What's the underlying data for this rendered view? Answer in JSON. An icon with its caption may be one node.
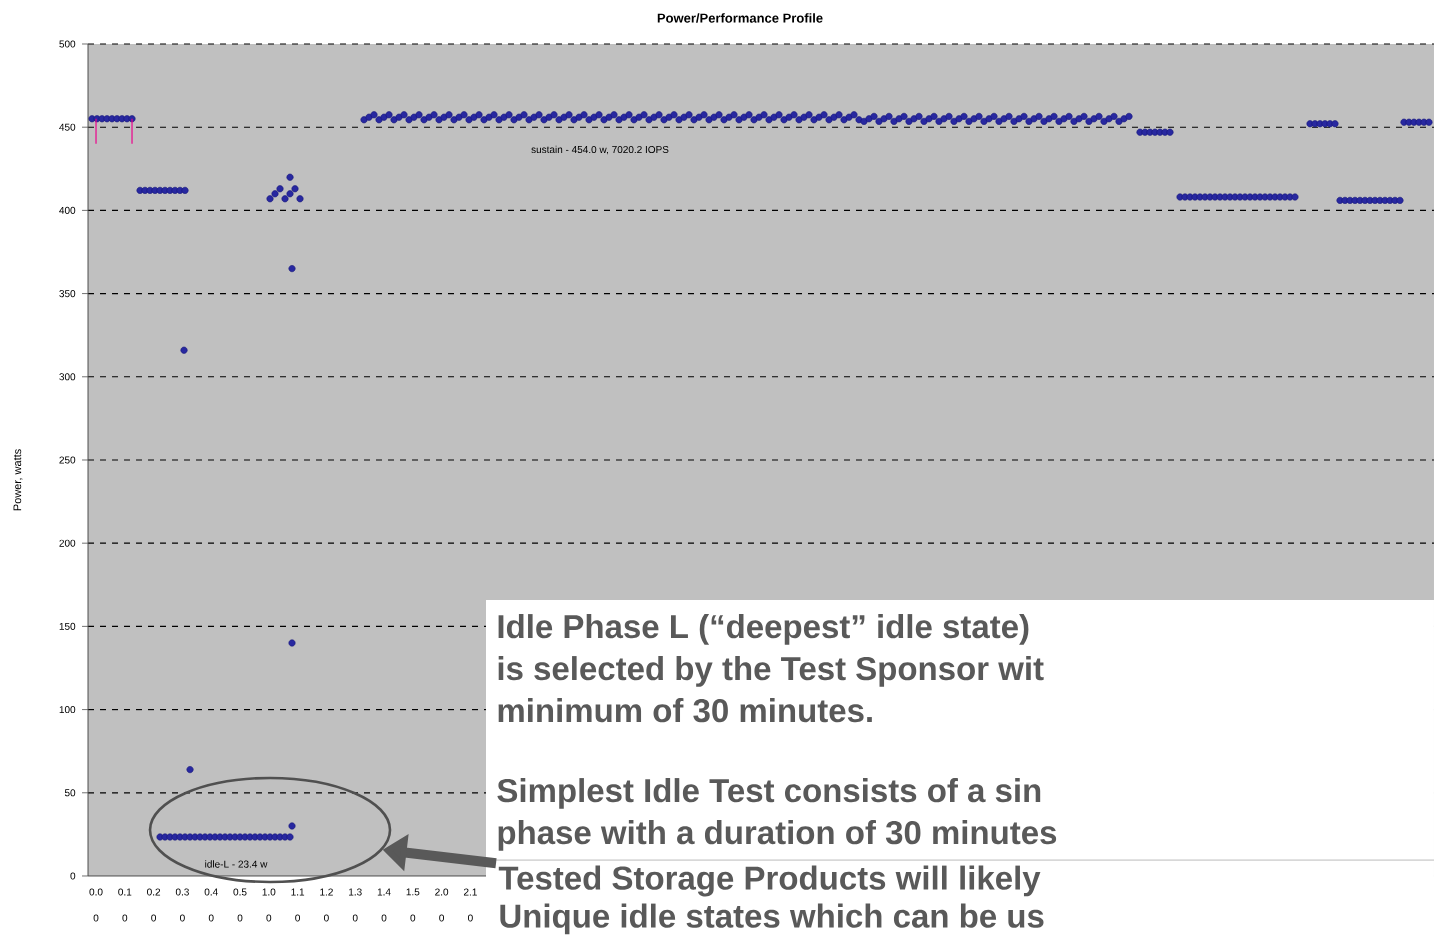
{
  "diagram": {
    "title": "Power/Performance Profile",
    "nodes": [
      {
        "text": [],
        "shape": "ellipse"
      },
      {
        "text": [
          "Tested Storage Products will likely",
          "Unique idle states which can be us"
        ]
      }
    ],
    "edges": [
      {
        "from": 1,
        "to": 0,
        "arrow": "to"
      }
    ],
    "labels": [
      "Power, watts",
      "0",
      "50",
      "100",
      "150",
      "200",
      "250",
      "300",
      "350",
      "400",
      "450",
      "500",
      "0.0",
      "0.1",
      "0.2",
      "0.3",
      "0.4",
      "0.5",
      "1.0",
      "1.1",
      "1.2",
      "1.3",
      "1.4",
      "1.5",
      "2.0",
      "2.1",
      "0",
      "0",
      "0",
      "0",
      "0",
      "0",
      "0",
      "0",
      "0",
      "0",
      "0",
      "0",
      "0",
      "0",
      "sustain - 454.0 w, 7020.2 IOPS",
      "idle-L - 23.4 w",
      "Idle Phase L (“deepest” idle state)",
      "is selected by the Test Sponsor wit",
      "minimum of 30 minutes.",
      "Simplest Idle Test consists of a sin",
      "phase with a duration of 30 minutes"
    ]
  }
}
